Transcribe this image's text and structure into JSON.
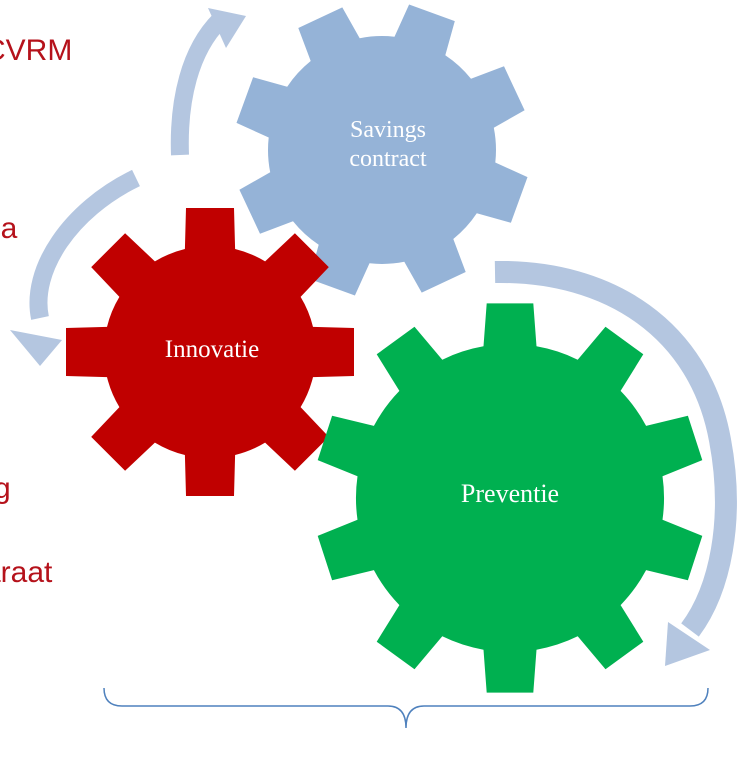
{
  "text_fragments": [
    {
      "text": "CVRM"
    },
    {
      "text": "na"
    },
    {
      "text": "rg"
    },
    {
      "text": "araat"
    }
  ],
  "gears": {
    "savings": {
      "line1": "Savings",
      "line2": "contract",
      "color": "#95b3d7"
    },
    "innovatie": {
      "label": "Innovatie",
      "color": "#c00000"
    },
    "preventie": {
      "label": "Preventie",
      "color": "#00b050"
    }
  },
  "arrow_color": "#b4c6e0",
  "brace_color": "#4f81bd"
}
